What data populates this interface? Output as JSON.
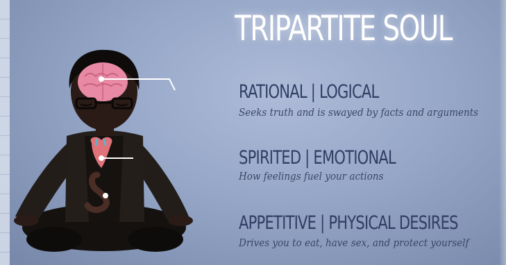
{
  "title": "TRIPARTITE SOUL",
  "parts": [
    {
      "heading": "RATIONAL | LOGICAL",
      "description": "Seeks truth and is swayed by facts and arguments"
    },
    {
      "heading": "SPIRITED | EMOTIONAL",
      "description": "How feelings fuel your actions"
    },
    {
      "heading": "APPETITIVE | PHYSICAL DESIRES",
      "description": "Drives you to eat, have sex, and protect yourself"
    }
  ],
  "colors": {
    "background": "#95a6c7",
    "title": "#ffffff",
    "text": "#2f3d63",
    "figure": "#1e1a17",
    "brain": "#e88aa5",
    "heart": "#e0727a",
    "stomach": "#4a2d24"
  },
  "icons": [
    "meditating-person-icon",
    "brain-icon",
    "heart-icon",
    "stomach-icon"
  ]
}
